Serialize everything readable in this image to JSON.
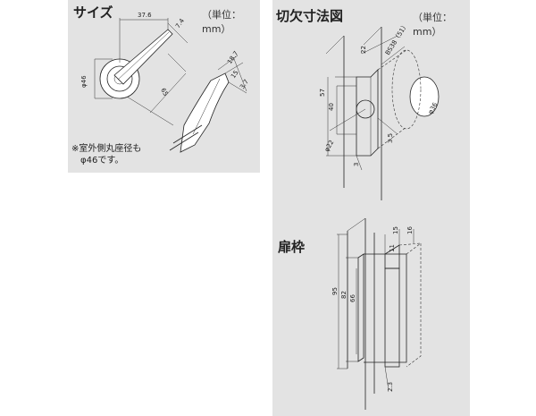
{
  "size_panel": {
    "title": "サイズ",
    "unit": "（単位：mm）",
    "note_line1": "※室外側丸座径も",
    "note_line2": "φ46です。",
    "dims": {
      "width": "37.6",
      "proj": "7.4",
      "dia": "φ46",
      "lever": "65",
      "depth": "18.7",
      "d15": "15",
      "d37": "3.7"
    }
  },
  "cut_panel": {
    "title": "切欠寸法図",
    "unit": "（単位：mm）",
    "dims": {
      "d22": "22",
      "bs": "BS38（51）",
      "d57": "57",
      "d40": "40",
      "dia36": "φ36",
      "dia22": "φ22",
      "d35": "3.5",
      "d3": "3"
    }
  },
  "frame_panel": {
    "title": "扉枠",
    "dims": {
      "d15": "15",
      "d16": "16",
      "d11": "11",
      "d95": "95",
      "d82": "82",
      "d66": "66",
      "d23": "2.3"
    }
  }
}
